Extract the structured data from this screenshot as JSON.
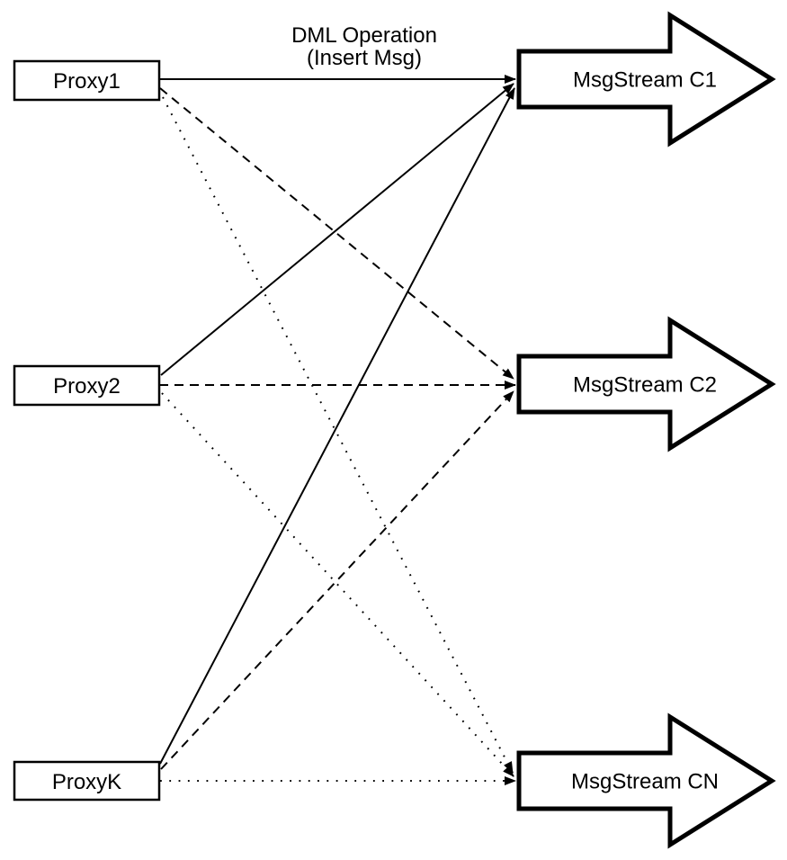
{
  "diagram": {
    "annotation": {
      "line1": "DML Operation",
      "line2": "(Insert Msg)"
    },
    "proxies": [
      {
        "id": "proxy1",
        "label": "Proxy1"
      },
      {
        "id": "proxy2",
        "label": "Proxy2"
      },
      {
        "id": "proxyk",
        "label": "ProxyK"
      }
    ],
    "streams": [
      {
        "id": "c1",
        "label": "MsgStream C1"
      },
      {
        "id": "c2",
        "label": "MsgStream C2"
      },
      {
        "id": "cn",
        "label": "MsgStream CN"
      }
    ],
    "edges": [
      {
        "from": "proxy1",
        "to": "c1",
        "style": "solid"
      },
      {
        "from": "proxy2",
        "to": "c1",
        "style": "solid"
      },
      {
        "from": "proxyk",
        "to": "c1",
        "style": "solid"
      },
      {
        "from": "proxy1",
        "to": "c2",
        "style": "dashed"
      },
      {
        "from": "proxy2",
        "to": "c2",
        "style": "dashed"
      },
      {
        "from": "proxyk",
        "to": "c2",
        "style": "dashed"
      },
      {
        "from": "proxy1",
        "to": "cn",
        "style": "dotted"
      },
      {
        "from": "proxy2",
        "to": "cn",
        "style": "dotted"
      },
      {
        "from": "proxyk",
        "to": "cn",
        "style": "dotted"
      }
    ],
    "colors": {
      "line": "#000000",
      "node_fill": "#ffffff",
      "background": "#ffffff"
    }
  }
}
